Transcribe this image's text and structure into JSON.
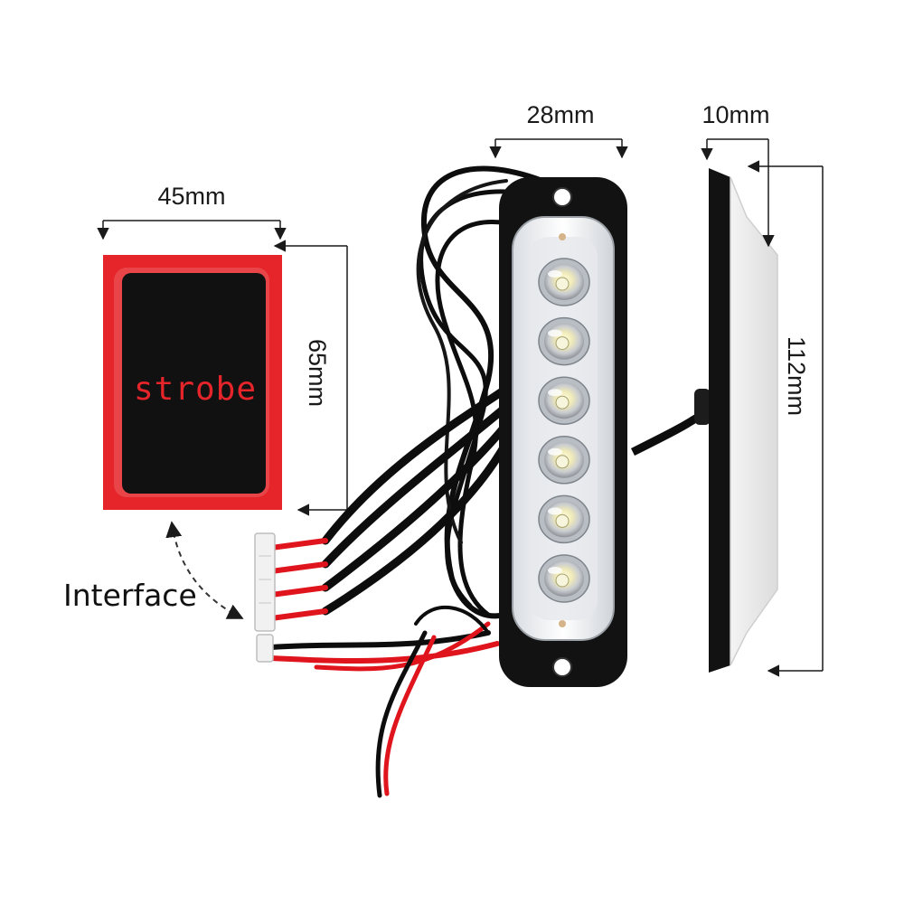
{
  "labels": {
    "module_width": "45mm",
    "module_height": "65mm",
    "light_width": "28mm",
    "light_depth": "10mm",
    "light_height": "112mm",
    "interface": "Interface",
    "module_text": "strobe"
  },
  "colors": {
    "module_body": "#111111",
    "module_border": "#e5252a",
    "wire_red": "#e0141c",
    "wire_black": "#0d0d0d",
    "led_white": "#f7f5dc",
    "housing": "#121212"
  },
  "led_count": 6
}
